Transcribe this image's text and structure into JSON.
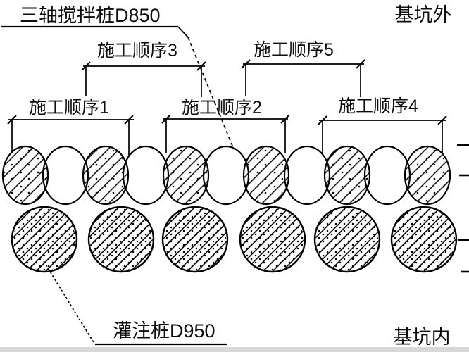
{
  "labels": {
    "mixing_pile": "三轴搅拌桩D850",
    "outside_pit": "基坑外",
    "inside_pit": "基坑内",
    "cast_pile": "灌注桩D950"
  },
  "sequences": [
    {
      "id": 1,
      "label": "施工顺序1"
    },
    {
      "id": 2,
      "label": "施工顺序2"
    },
    {
      "id": 3,
      "label": "施工顺序3"
    },
    {
      "id": 4,
      "label": "施工顺序4"
    },
    {
      "id": 5,
      "label": "施工顺序5"
    }
  ],
  "piles": {
    "mixing_row": {
      "name": "三轴搅拌桩",
      "diameter": "D850",
      "circle_count": 11,
      "style": "overlapping row, alternating diagonal-hatched-with-dots and plain circles"
    },
    "cast_row": {
      "name": "灌注桩",
      "diameter": "D950",
      "circle_count": 6,
      "style": "separate circles, dense diagonal hatch with stipple dots"
    }
  },
  "colors": {
    "line": "#000000",
    "background": "#ffffff",
    "bottom_strip": "#d8d8d8"
  }
}
